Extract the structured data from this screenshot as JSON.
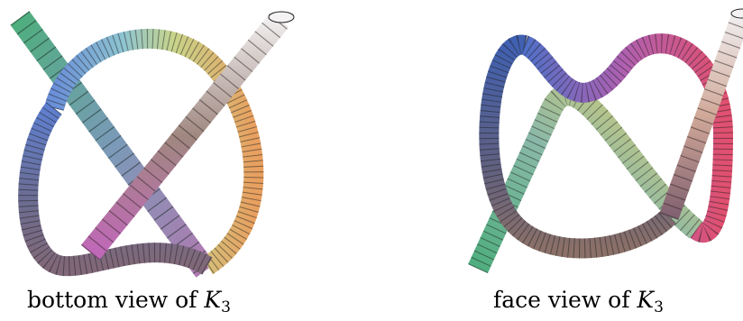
{
  "figures": [
    {
      "caption_text": "bottom view of ",
      "caption_symbol": "K",
      "caption_subscript": "3"
    },
    {
      "caption_text": "face view of ",
      "caption_symbol": "K",
      "caption_subscript": "3"
    }
  ]
}
